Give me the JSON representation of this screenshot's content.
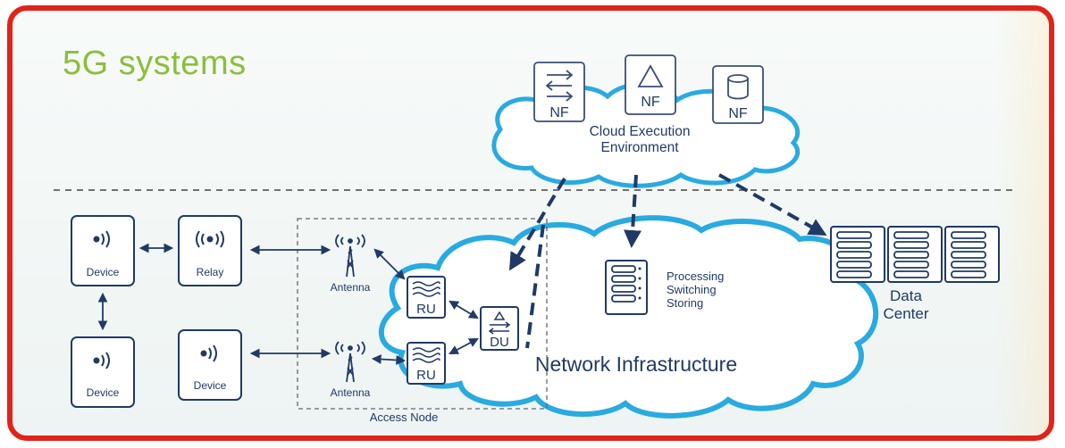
{
  "title": "5G systems",
  "cloud_label_line1": "Cloud Execution",
  "cloud_label_line2": "Environment",
  "nf_labels": [
    "NF",
    "NF",
    "NF"
  ],
  "network_infrastructure": "Network Infrastructure",
  "processing_lines": [
    "Processing",
    "Switching",
    "Storing"
  ],
  "data_center_lines": [
    "Data",
    "Center"
  ],
  "devices": {
    "top_left": "Device",
    "relay": "Relay",
    "bottom_left": "Device",
    "bottom_mid": "Device"
  },
  "antenna_labels": [
    "Antenna",
    "Antenna"
  ],
  "ru_labels": [
    "RU",
    "RU"
  ],
  "du_label": "DU",
  "access_node": "Access Node",
  "colors": {
    "border": "#e2231a",
    "title": "#8bbf3a",
    "cloud_fill": "#ffffff",
    "cloud_stroke": "#29aae1",
    "ink": "#1f3a66",
    "box_stroke": "#3a4f77"
  }
}
